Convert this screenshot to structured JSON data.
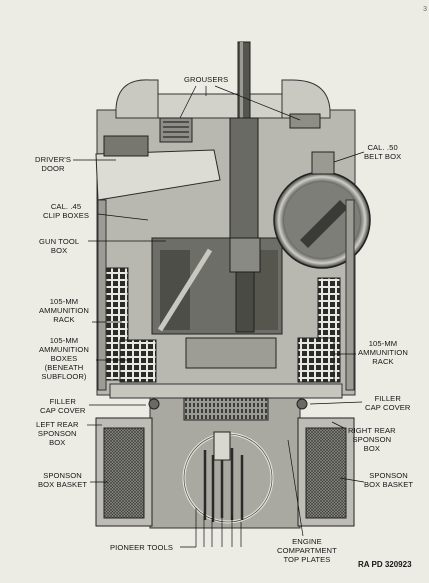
{
  "callouts": {
    "grousers": [
      "GROUSERS"
    ],
    "drivers_door": [
      "DRIVER'S",
      "DOOR"
    ],
    "cal45_clip_boxes": [
      "CAL. .45",
      "CLIP BOXES"
    ],
    "gun_tool_box": [
      "GUN TOOL",
      "BOX"
    ],
    "ammo_rack_left": [
      "105-MM",
      "AMMUNITION",
      "RACK"
    ],
    "ammo_boxes": [
      "105-MM",
      "AMMUNITION",
      "BOXES",
      "(BENEATH",
      "SUBFLOOR)"
    ],
    "filler_cap_left": [
      "FILLER",
      "CAP COVER"
    ],
    "left_rear_sponson": [
      "LEFT REAR",
      "SPONSON",
      "BOX"
    ],
    "basket_left": [
      "SPONSON",
      "BOX BASKET"
    ],
    "pioneer_tools": [
      "PIONEER TOOLS"
    ],
    "engine_plates": [
      "ENGINE",
      "COMPARTMENT",
      "TOP PLATES"
    ],
    "cal50_belt_box": [
      "CAL. .50",
      "BELT BOX"
    ],
    "ammo_rack_right": [
      "105-MM",
      "AMMUNITION",
      "RACK"
    ],
    "filler_cap_right": [
      "FILLER",
      "CAP COVER"
    ],
    "right_rear_sponson": [
      "RIGHT REAR",
      "SPONSON",
      "BOX"
    ],
    "basket_right": [
      "SPONSON",
      "BOX BASKET"
    ]
  },
  "reference": "RA PD 320923",
  "corner_mark": "3"
}
